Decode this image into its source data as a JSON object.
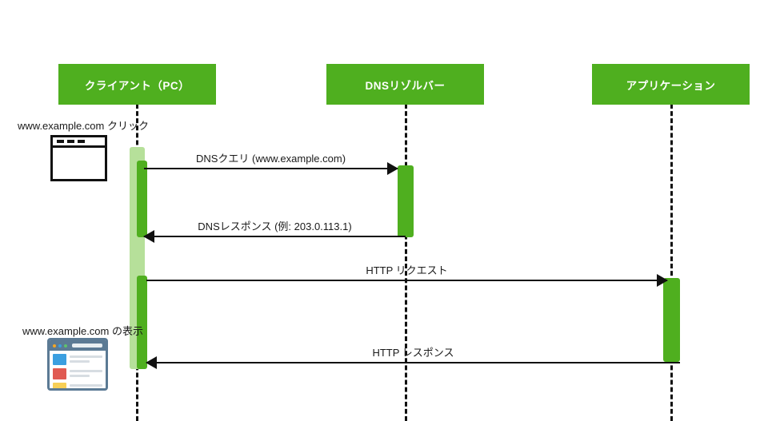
{
  "diagram": {
    "type": "sequence-diagram",
    "title": "",
    "colors": {
      "participant_fill": "#4FAF1F",
      "activation_fill": "#4FAF1F",
      "activation_light_fill": "#B6E09A",
      "line": "#111111",
      "text": "#1a1a1a",
      "participant_text": "#ffffff"
    }
  },
  "participants": [
    {
      "id": "client",
      "label": "クライアント（PC）"
    },
    {
      "id": "resolver",
      "label": "DNSリゾルバー"
    },
    {
      "id": "app",
      "label": "アプリケーション"
    }
  ],
  "messages": [
    {
      "id": "m1",
      "label": "DNSクエリ (www.example.com)",
      "from": "client",
      "to": "resolver",
      "direction": "right"
    },
    {
      "id": "m2",
      "label": "DNSレスポンス (例: 203.0.113.1)",
      "from": "resolver",
      "to": "client",
      "direction": "left"
    },
    {
      "id": "m3",
      "label": "HTTP リクエスト",
      "from": "client",
      "to": "app",
      "direction": "right"
    },
    {
      "id": "m4",
      "label": "HTTP レスポンス",
      "from": "app",
      "to": "client",
      "direction": "left"
    }
  ],
  "annotations": [
    {
      "id": "a1",
      "label": "www.example.com クリック",
      "icon": "browser-window-plain-icon"
    },
    {
      "id": "a2",
      "label": "www.example.com の表示",
      "icon": "browser-window-rendered-icon"
    }
  ],
  "icons": {
    "browser_plain": {
      "name": "browser-window-plain-icon",
      "dots": 3
    },
    "browser_mock": {
      "name": "browser-window-rendered-icon",
      "dot_colors": [
        "#f5a623",
        "#3b9fe0",
        "#5ec16b"
      ],
      "thumb_colors": [
        "#3b9fe0",
        "#e05a52",
        "#f7cf56"
      ]
    }
  }
}
